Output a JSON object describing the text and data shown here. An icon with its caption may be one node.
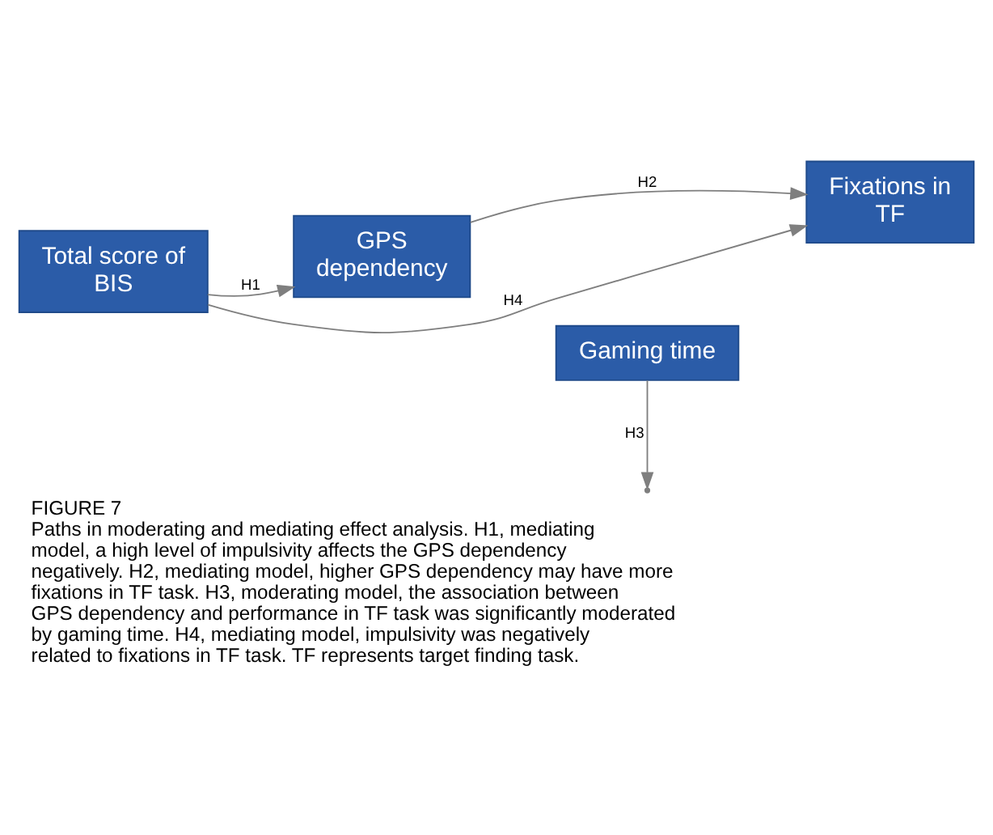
{
  "diagram": {
    "title": "FIGURE 7",
    "caption": "Paths in moderating and mediating effect analysis. H1, mediating model, a high level of impulsivity affects the GPS dependency negatively. H2, mediating model, higher GPS dependency may have more fixations in TF task. H3, moderating model, the association between GPS dependency and performance in TF task was significantly moderated by gaming time. H4, mediating model, impulsivity was negatively related to fixations in TF task. TF represents target finding task.",
    "nodes": [
      {
        "text": [
          "Total score of BIS"
        ]
      },
      {
        "text": [
          "GPS dependency"
        ]
      },
      {
        "text": [
          "Fixations in TF"
        ]
      },
      {
        "text": [
          "Gaming time"
        ]
      }
    ],
    "edges": [
      {
        "from": 0,
        "to": 1,
        "arrow": "to",
        "label": "H1"
      },
      {
        "from": 1,
        "to": 2,
        "arrow": "to",
        "label": "H2"
      },
      {
        "from": 3,
        "to": null,
        "arrow": "to",
        "label": "H3"
      },
      {
        "from": 0,
        "to": 2,
        "arrow": "to",
        "label": "H4"
      }
    ]
  }
}
